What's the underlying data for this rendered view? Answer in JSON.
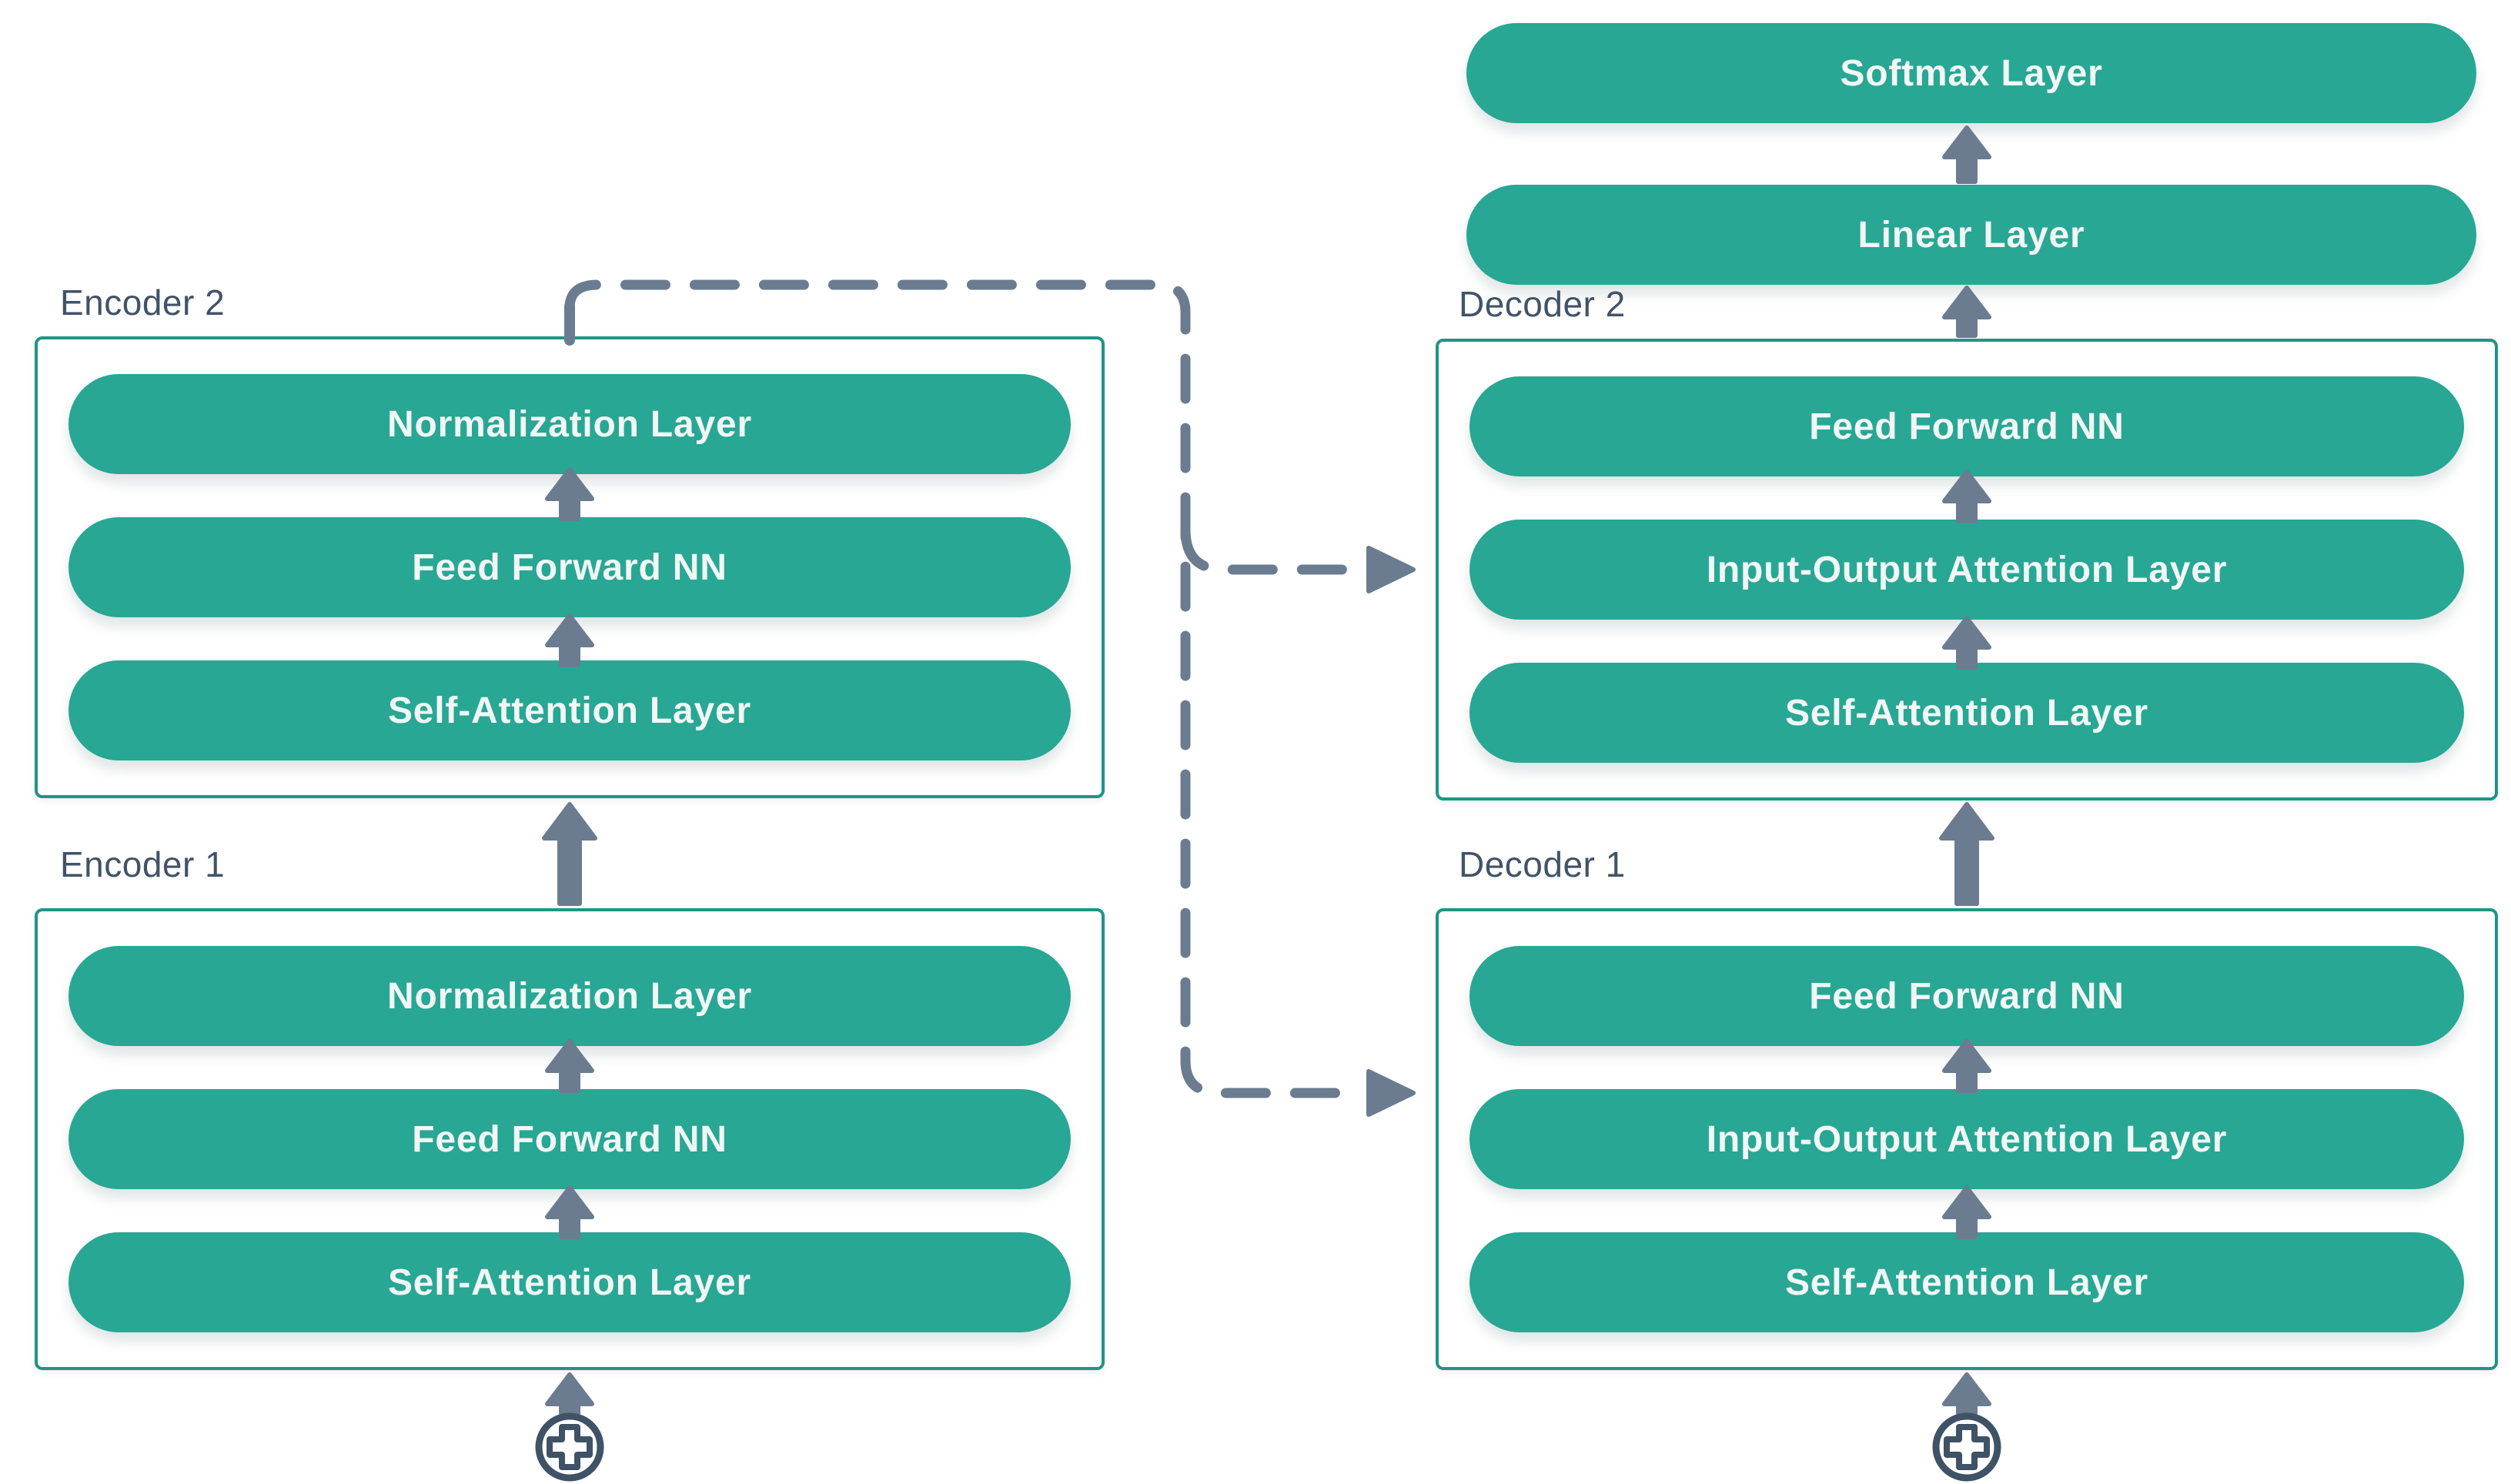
{
  "encoders": [
    {
      "label": "Encoder 2",
      "layers": [
        "Normalization Layer",
        "Feed Forward NN",
        "Self-Attention Layer"
      ]
    },
    {
      "label": "Encoder 1",
      "layers": [
        "Normalization Layer",
        "Feed Forward NN",
        "Self-Attention Layer"
      ]
    }
  ],
  "decoders": [
    {
      "label": "Decoder 2",
      "layers": [
        "Feed Forward NN",
        "Input-Output Attention Layer",
        "Self-Attention Layer"
      ]
    },
    {
      "label": "Decoder 1",
      "layers": [
        "Feed Forward NN",
        "Input-Output Attention Layer",
        "Self-Attention Layer"
      ]
    }
  ],
  "output_stack": {
    "softmax": "Softmax Layer",
    "linear": "Linear Layer"
  },
  "connections": {
    "encoder_to_decoder": {
      "style": "dashed",
      "from": "Encoder 2",
      "targets": [
        "Decoder 2 Input-Output Attention Layer",
        "Decoder 1 Input-Output Attention Layer"
      ]
    }
  },
  "icons": {
    "input_merge_glyph": "plus-circle-icon",
    "flow_glyph": "arrow-up-icon"
  },
  "colors": {
    "pill_fill": "#27A794",
    "pill_text": "#F1F7F5",
    "box_border": "#1F9585",
    "connector_gray": "#6B7C90",
    "label_text": "#415368",
    "plus_icon": "#3F5266",
    "background": "#FFFFFF"
  }
}
